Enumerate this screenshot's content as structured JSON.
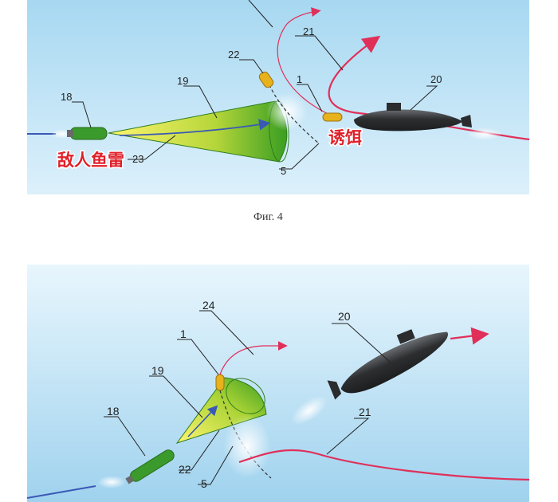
{
  "figure_top": {
    "caption": "Фиг. 4",
    "labels": {
      "l18": "18",
      "l19": "19",
      "l20": "20",
      "l21": "21",
      "l22": "22",
      "l23": "23",
      "l1": "1",
      "l5": "5"
    },
    "annotations": {
      "enemy_torpedo": "敌人鱼雷",
      "decoy": "诱饵"
    }
  },
  "figure_bottom": {
    "labels": {
      "l24": "24",
      "l20": "20",
      "l1": "1",
      "l19": "19",
      "l18": "18",
      "l21": "21",
      "l22": "22",
      "l5": "5"
    }
  },
  "colors": {
    "water_top": "#9fd3ef",
    "water_bottom": "#dff1fb",
    "cone_light": "#fff36a",
    "cone_dark": "#3faa1f",
    "path_red": "#e0305a",
    "annotation_red": "#e0202a",
    "submarine": "#2f3133",
    "torpedo_green": "#3b9a2c",
    "decoy_yellow": "#e8b21d",
    "wire_blue": "#3a59b5"
  }
}
